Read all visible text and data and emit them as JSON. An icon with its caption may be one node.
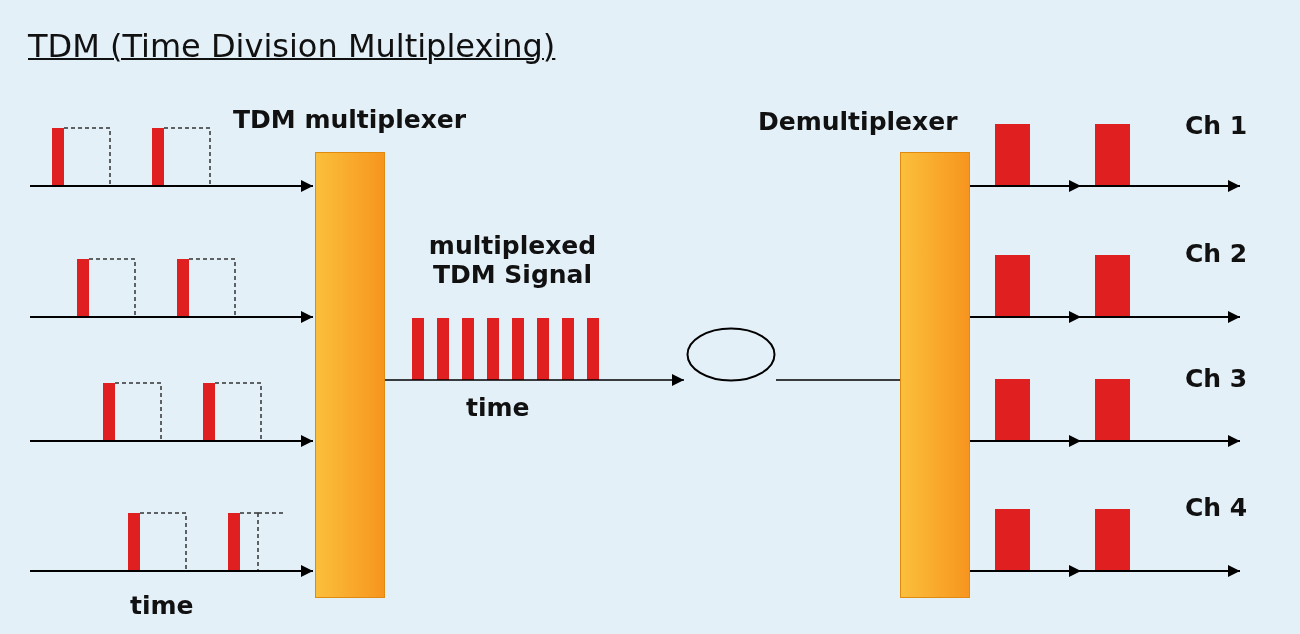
{
  "diagram": {
    "title": "TDM (Time Division Multiplexing)",
    "nodes": [
      {
        "text": [
          "TDM multiplexer"
        ]
      },
      {
        "text": [
          "Demultiplexer"
        ]
      },
      {
        "text": [],
        "shape": "circle"
      }
    ],
    "edges": [
      {
        "from": null,
        "to": 0,
        "arrow": "to"
      },
      {
        "from": null,
        "to": 0,
        "arrow": "to"
      },
      {
        "from": null,
        "to": 0,
        "arrow": "to"
      },
      {
        "from": null,
        "to": 0,
        "arrow": "to"
      },
      {
        "from": 0,
        "to": 2,
        "arrow": "to"
      },
      {
        "from": 2,
        "to": 1,
        "arrow": "none"
      },
      {
        "from": 1,
        "to": null,
        "arrow": "to"
      },
      {
        "from": 1,
        "to": null,
        "arrow": "to"
      },
      {
        "from": 1,
        "to": null,
        "arrow": "to"
      },
      {
        "from": 1,
        "to": null,
        "arrow": "to"
      }
    ],
    "labels": [
      "Ch 1",
      "multiplexed TDM Signal",
      "Ch 2",
      "time",
      "Ch 3",
      "Ch 4",
      "time"
    ]
  }
}
